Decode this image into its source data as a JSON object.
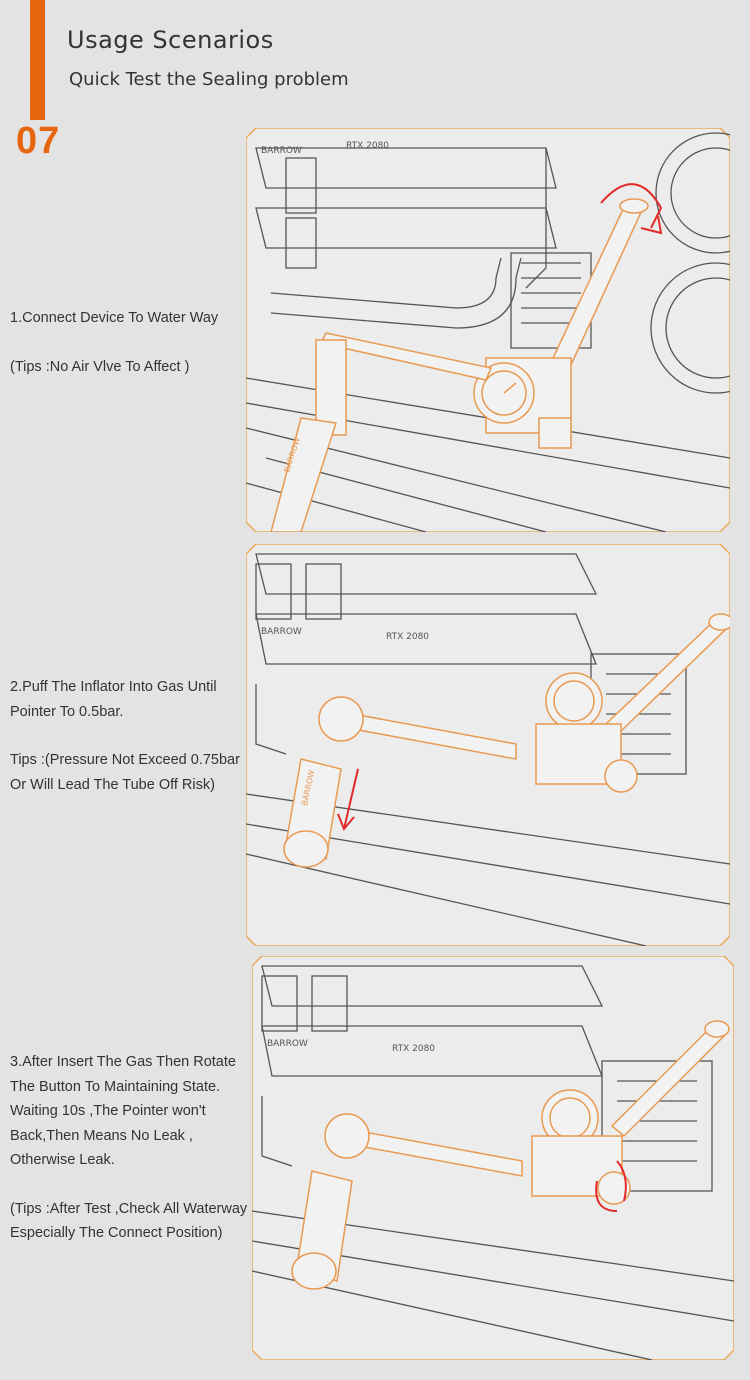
{
  "header": {
    "title": "Usage Scenarios",
    "subtitle": "Quick Test the Sealing problem",
    "section_number": "07"
  },
  "steps": [
    {
      "lines": [
        "1.Connect Device To Water Way"
      ],
      "tips": [
        "(Tips :No Air Vlve To Affect )"
      ]
    },
    {
      "lines": [
        "2.Puff The Inflator Into Gas Until",
        "Pointer To 0.5bar."
      ],
      "tips": [
        "Tips :(Pressure Not Exceed 0.75bar",
        "Or Will Lead The Tube Off Risk)"
      ]
    },
    {
      "lines": [
        "3.After Insert The Gas Then Rotate",
        "The Button To Maintaining State.",
        "Waiting 10s ,The Pointer won't",
        "Back,Then Means No Leak ,",
        "Otherwise Leak."
      ],
      "tips": [
        "(Tips :After Test ,Check All Waterway",
        "Especially The Connect Position)"
      ]
    }
  ],
  "illustration_labels": {
    "brand": "BARROW",
    "gpu_model": "RTX 2080",
    "inflator_brand": "BARROW"
  },
  "colors": {
    "accent": "#e8650f",
    "illustration_orange": "#e89a52",
    "frame": "#e8a956",
    "arrow_red": "#e22a2a",
    "line_gray": "#555555",
    "background": "#e3e3e3"
  }
}
